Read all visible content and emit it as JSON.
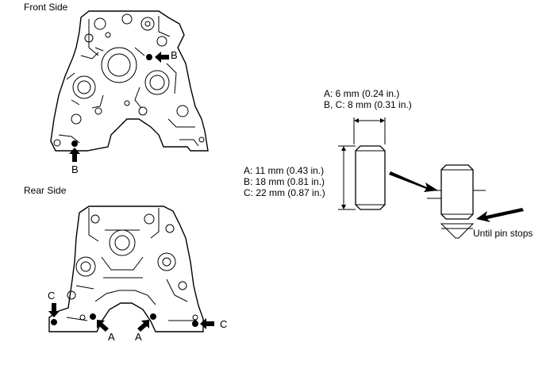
{
  "front": {
    "title": "Front Side",
    "callout_top": "B",
    "callout_bottom": "B"
  },
  "rear": {
    "title": "Rear Side",
    "callout_left": "C",
    "callout_right": "C",
    "callout_mid_left": "A",
    "callout_mid_right": "A"
  },
  "pin": {
    "width_spec_a": "A: 6 mm (0.24 in.)",
    "width_spec_bc": "B, C: 8 mm (0.31 in.)",
    "length_spec_a": "A: 11 mm (0.43 in.)",
    "length_spec_b": "B: 18 mm (0.81 in.)",
    "length_spec_c": "C: 22 mm (0.87 in.)",
    "until_label": "Until pin stops"
  }
}
